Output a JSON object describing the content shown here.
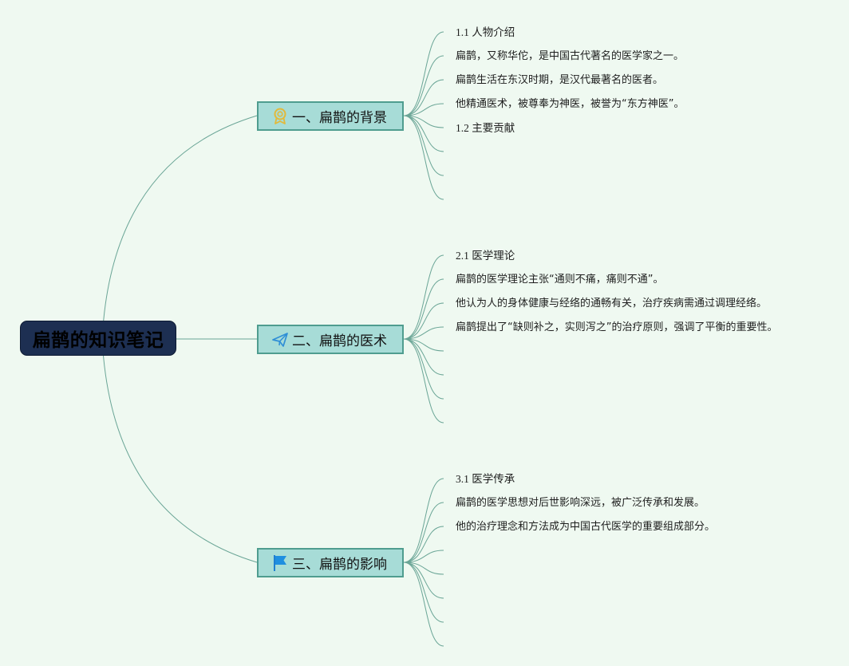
{
  "root": {
    "label": "扁鹊的知识笔记"
  },
  "branches": [
    {
      "label": "一、扁鹊的背景",
      "icon": "award-badge-icon",
      "items": [
        "1.1 人物介绍",
        "扁鹊，又称华佗，是中国古代著名的医学家之一。",
        "扁鹊生活在东汉时期，是汉代最著名的医者。",
        "他精通医术，被尊奉为神医，被誉为“东方神医”。",
        "1.2 主要贡献"
      ]
    },
    {
      "label": "二、扁鹊的医术",
      "icon": "paper-plane-icon",
      "items": [
        "2.1 医学理论",
        "扁鹊的医学理论主张“通则不痛，痛则不通”。",
        "他认为人的身体健康与经络的通畅有关，治疗疾病需通过调理经络。",
        "扁鹊提出了“缺则补之，实则泻之”的治疗原则，强调了平衡的重要性。"
      ]
    },
    {
      "label": "三、扁鹊的影响",
      "icon": "flag-icon",
      "items": [
        "3.1 医学传承",
        "扁鹊的医学思想对后世影响深远，被广泛传承和发展。",
        "他的治疗理念和方法成为中国古代医学的重要组成部分。"
      ]
    }
  ],
  "colors": {
    "background": "#eff9f1",
    "root_fill": "#1d2f52",
    "branch_fill": "#a7dcd7",
    "branch_border": "#4f9d8f",
    "connector": "#6aa596"
  }
}
